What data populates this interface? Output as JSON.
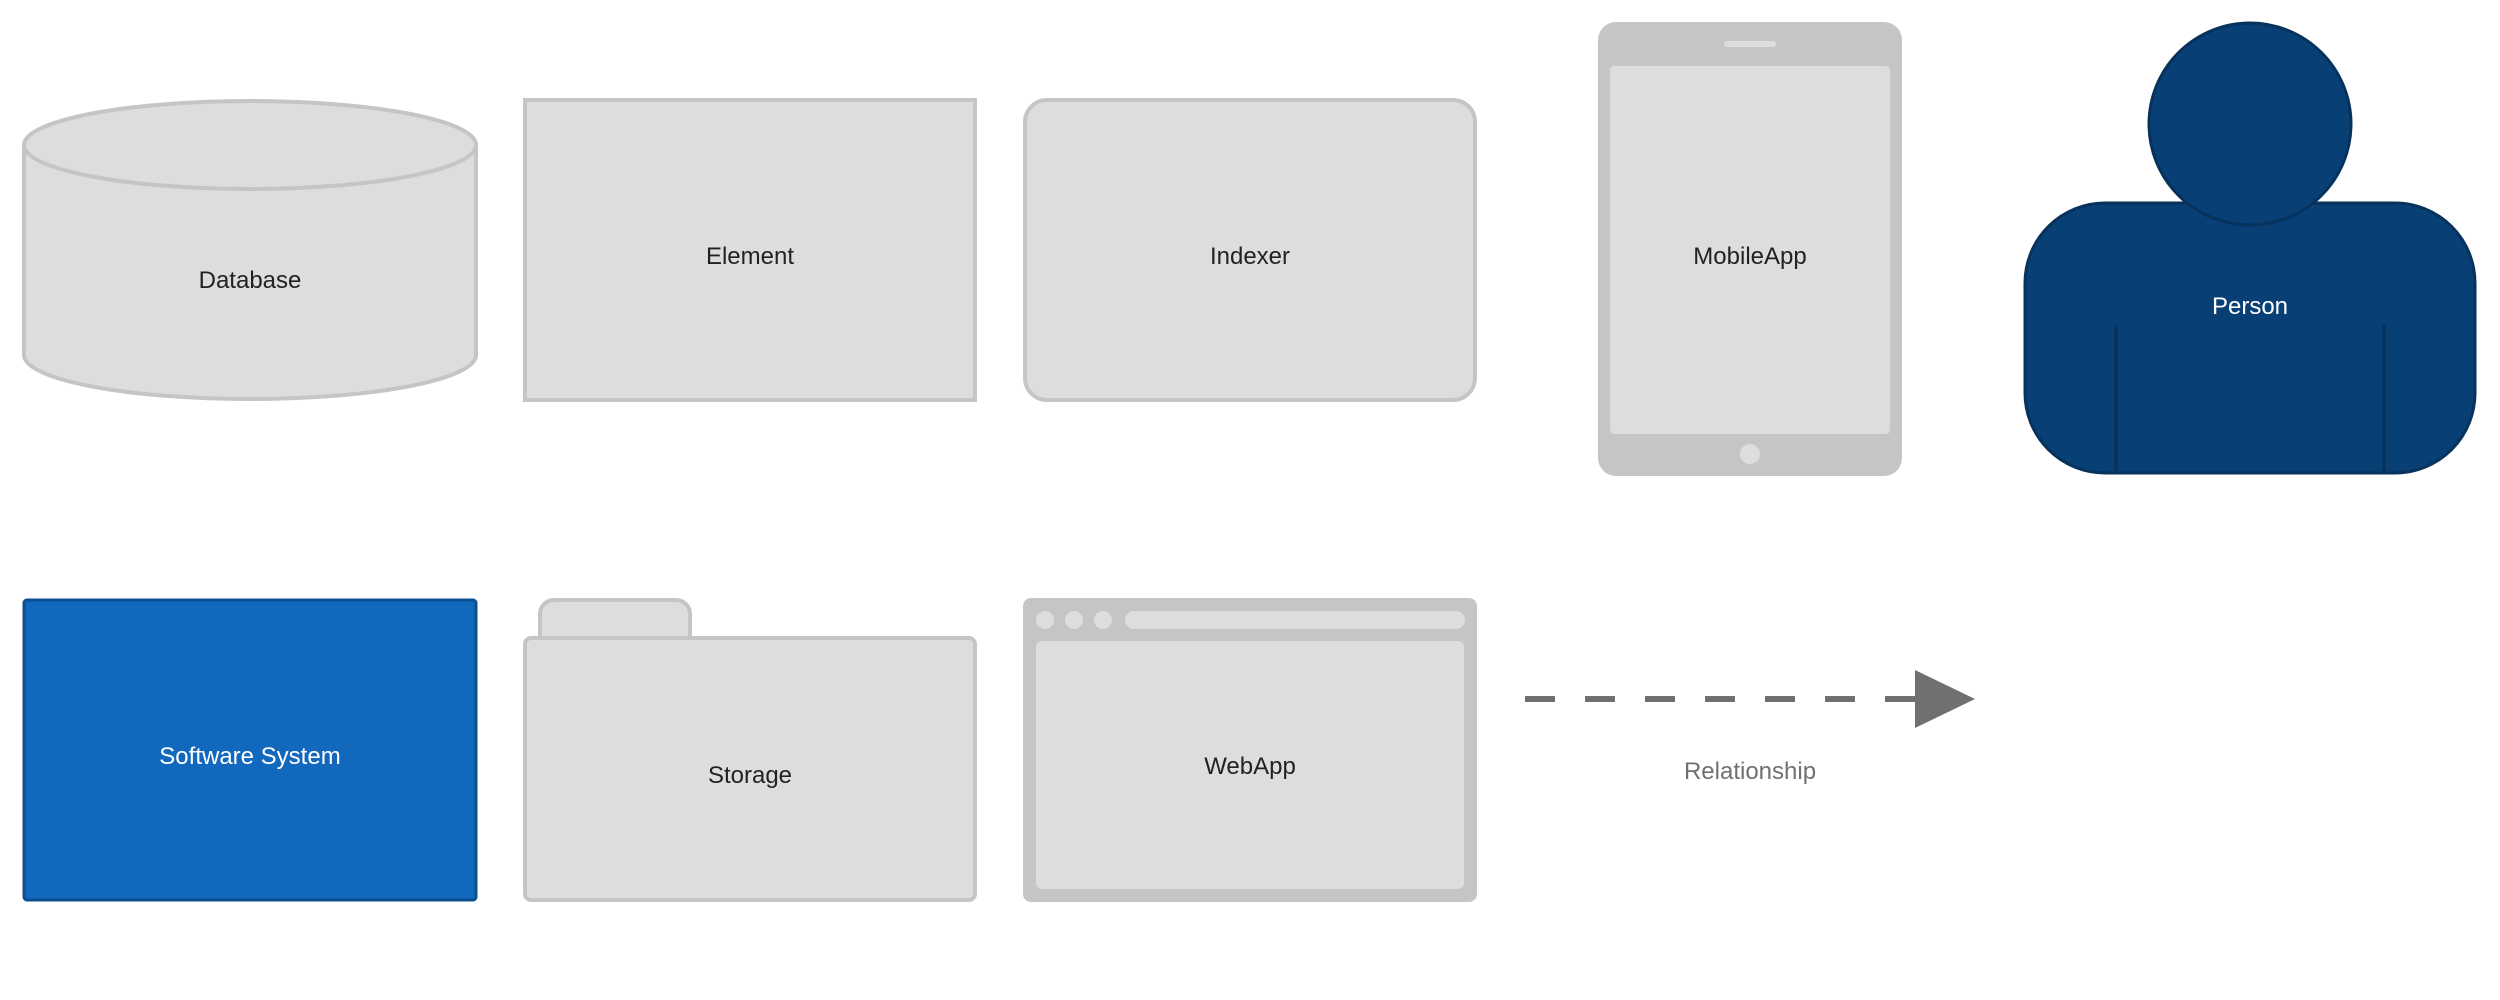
{
  "diagram": {
    "colors": {
      "element_fill": "#dddddd",
      "element_stroke": "#c5c5c5",
      "device_frame": "#c5c5c5",
      "text_dark": "#222222",
      "text_light": "#ffffff",
      "person_fill": "#083f75",
      "person_stroke": "#06325c",
      "software_system_fill": "#1168bd",
      "software_system_stroke": "#0b4f91",
      "relationship": "#707070"
    },
    "elements": {
      "database": {
        "label": "Database",
        "shape": "cylinder"
      },
      "element": {
        "label": "Element",
        "shape": "box"
      },
      "indexer": {
        "label": "Indexer",
        "shape": "rounded-box"
      },
      "mobile_app": {
        "label": "MobileApp",
        "shape": "mobile-device-portrait"
      },
      "person": {
        "label": "Person",
        "shape": "person"
      },
      "software_system": {
        "label": "Software System",
        "shape": "box"
      },
      "storage": {
        "label": "Storage",
        "shape": "folder"
      },
      "web_app": {
        "label": "WebApp",
        "shape": "web-browser"
      }
    },
    "relationship": {
      "label": "Relationship",
      "line_style": "dashed",
      "arrowhead": "filled-triangle"
    }
  }
}
